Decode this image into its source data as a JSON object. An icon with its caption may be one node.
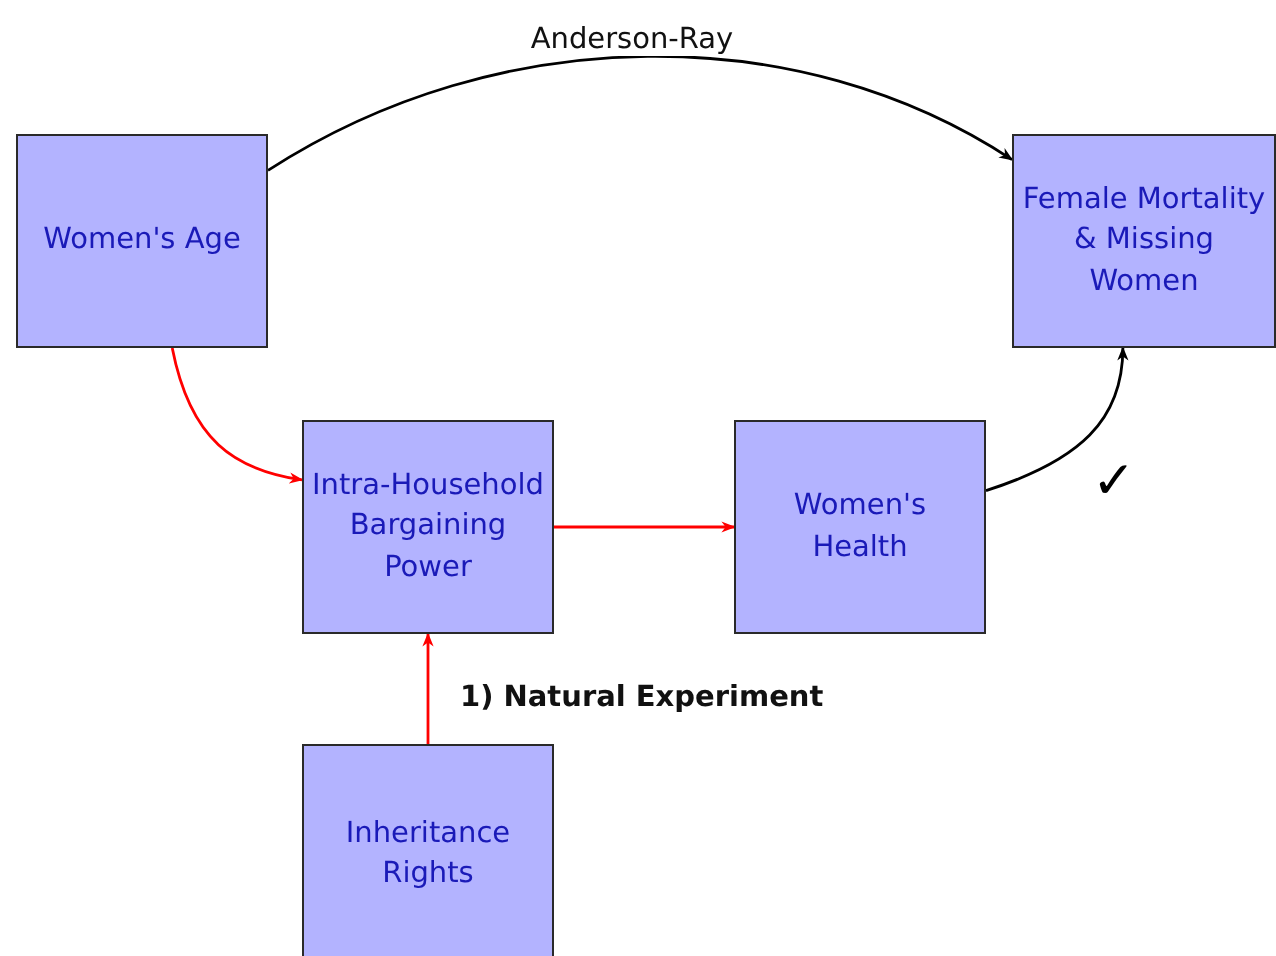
{
  "diagram": {
    "nodes": [
      {
        "text": [
          "Women's Age"
        ]
      },
      {
        "text": [
          "Female Mortality & Missing Women"
        ]
      },
      {
        "text": [
          "Intra-Household Bargaining Power"
        ]
      },
      {
        "text": [
          "Women's Health"
        ]
      },
      {
        "text": [
          "Inheritance Rights"
        ]
      }
    ],
    "edges": [
      {
        "from": 0,
        "to": 1,
        "arrow": "to",
        "color": "#000000",
        "label": "Anderson-Ray"
      },
      {
        "from": 0,
        "to": 2,
        "arrow": "to"
      },
      {
        "from": 2,
        "to": 3,
        "arrow": "to"
      },
      {
        "from": 3,
        "to": 1,
        "arrow": "to",
        "color": "#000000"
      },
      {
        "from": 4,
        "to": 2,
        "arrow": "to",
        "label": "1) Natural Experiment"
      }
    ],
    "labels": [
      "✓"
    ]
  }
}
